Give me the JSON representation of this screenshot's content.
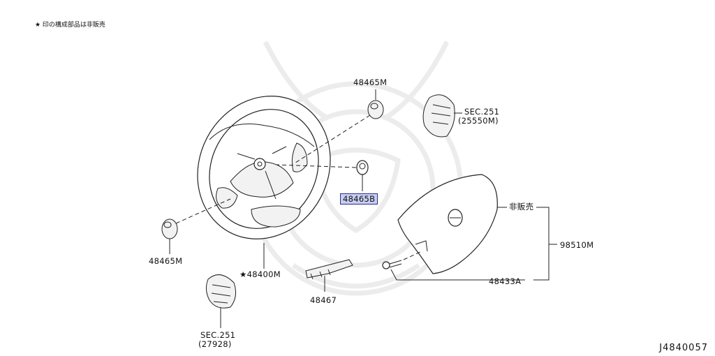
{
  "note": "★ 印の構成部品は非販売",
  "labels": {
    "p48465m_top": "48465M",
    "sec251_top_a": "SEC.251",
    "sec251_top_b": "(25550M)",
    "p48465b": "48465B",
    "not_for_sale": "非販売",
    "p98510m": "98510M",
    "p48465m_left": "48465M",
    "p48400m": "★48400M",
    "p48467": "48467",
    "p48433a": "48433A",
    "sec251_bot_a": "SEC.251",
    "sec251_bot_b": "(27928)"
  },
  "highlighted_part": "48465B",
  "doc_id": "J4840057"
}
